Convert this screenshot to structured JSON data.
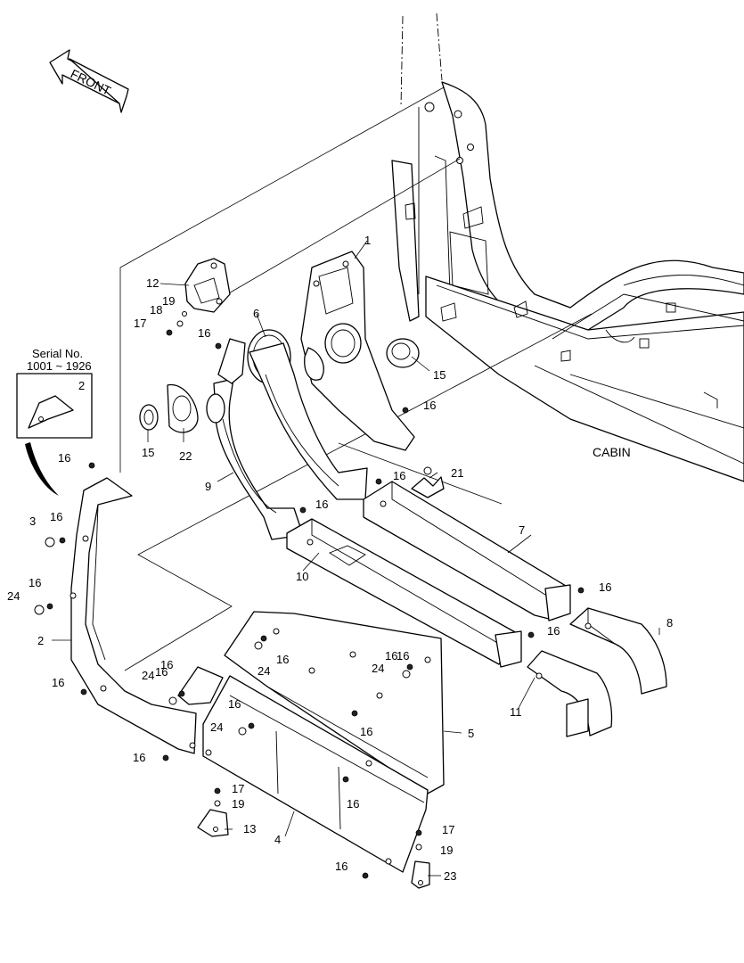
{
  "arrow": {
    "text": "FRONT"
  },
  "inset": {
    "title": "Serial No.",
    "serial_range": "1001 ~ 1926",
    "part": "2"
  },
  "cabin_label": "CABIN",
  "callouts": {
    "c1": "1",
    "c2": "2",
    "c3": "3",
    "c4": "4",
    "c5": "5",
    "c6": "6",
    "c7": "7",
    "c8": "8",
    "c9": "9",
    "c10": "10",
    "c11": "11",
    "c12": "12",
    "c13": "13",
    "c15a": "15",
    "c15b": "15",
    "c16a": "16",
    "c16b": "16",
    "c16c": "16",
    "c16d": "16",
    "c16e": "16",
    "c16f": "16",
    "c16g": "16",
    "c16h": "16",
    "c16i": "16",
    "c16j": "16",
    "c16k": "16",
    "c16l": "16",
    "c16m": "16",
    "c16n": "16",
    "c16o": "16",
    "c16p": "16",
    "c16q": "16",
    "c16r": "16",
    "c16s": "16",
    "c16t": "16",
    "c17a": "17",
    "c17b": "17",
    "c17c": "17",
    "c18": "18",
    "c19a": "19",
    "c19b": "19",
    "c19c": "19",
    "c21": "21",
    "c22": "22",
    "c23": "23",
    "c24a": "24",
    "c24b": "24",
    "c24c": "24",
    "c24d": "24",
    "c24e": "24"
  }
}
